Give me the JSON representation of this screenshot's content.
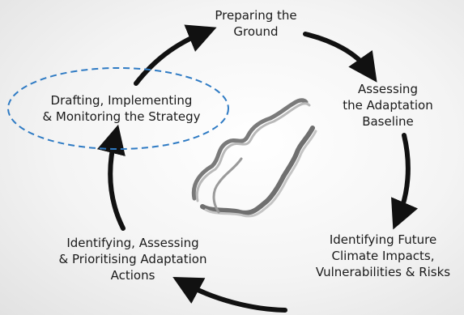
{
  "diagram": {
    "steps": [
      {
        "lines": [
          "Preparing the",
          "Ground"
        ]
      },
      {
        "lines": [
          "Assessing",
          "the Adaptation",
          "Baseline"
        ]
      },
      {
        "lines": [
          "Identifying Future",
          "Climate Impacts,",
          "Vulnerabilities & Risks"
        ]
      },
      {
        "lines": [
          "Identifying, Assessing",
          "& Prioritising Adaptation",
          "Actions"
        ]
      },
      {
        "lines": [
          "Drafting,  Implementing",
          "& Monitoring the Strategy"
        ],
        "highlighted": true
      }
    ],
    "colors": {
      "arrow": "#111111",
      "highlight_ellipse": "#2f7bc4",
      "center_graphic": "#8a8a8a"
    },
    "icons": [
      "cycle-arrow-icon",
      "dashed-highlight-ellipse",
      "landmass-outline-graphic"
    ]
  }
}
